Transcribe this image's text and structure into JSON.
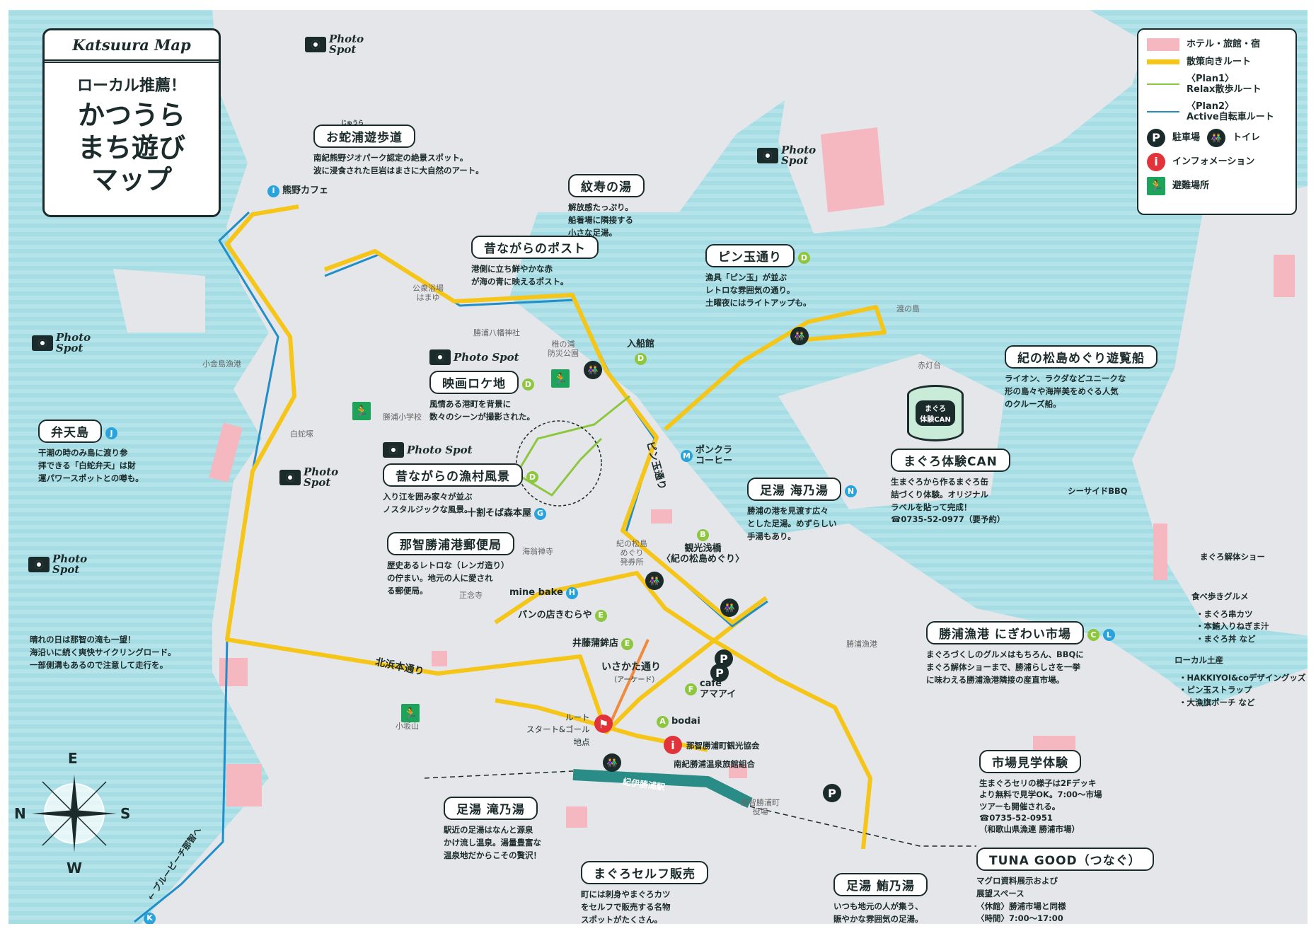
{
  "title": {
    "brand": "Katsuura Map",
    "tagline": "ローカル推薦！",
    "main": "かつうら\nまち遊び\nマップ"
  },
  "legend": {
    "hotel": "ホテル・旅館・宿",
    "walk_route": "散策向きルート",
    "plan1": "〈Plan1〉\nRelax散歩ルート",
    "plan2": "〈Plan2〉\nActive自転車ルート",
    "parking": "駐車場",
    "toilet": "トイレ",
    "info": "インフォメーション",
    "evacuation": "避難場所",
    "colors": {
      "hotel": "#f6b8c0",
      "walk": "#f5c518",
      "plan1": "#8dc63f",
      "plan2": "#1f8ec9"
    }
  },
  "photo_spot": {
    "line1": "Photo",
    "line2": "Spot",
    "inline": "Photo Spot"
  },
  "spots": {
    "ojaura": {
      "ruby": "じゅうら",
      "name": "お蛇浦遊歩道",
      "desc": [
        "南紀熊野ジオパーク認定の絶景スポット。",
        "波に浸食された巨岩はまさに大自然のアート。"
      ]
    },
    "monju": {
      "name": "紋寿の湯",
      "desc": [
        "解放感たっぷり。",
        "船着場に隣接する",
        "小さな足湯。"
      ]
    },
    "post": {
      "name": "昔ながらのポスト",
      "desc": [
        "港側に立ち鮮やかな赤",
        "が海の青に映えるポスト。"
      ]
    },
    "pindama": {
      "name": "ピン玉通り",
      "marker": "D",
      "desc": [
        "漁具「ピン玉」が並ぶ",
        "レトロな雰囲気の通り。",
        "土曜夜にはライトアップも。"
      ]
    },
    "eiga": {
      "name": "映画ロケ地",
      "marker": "D",
      "desc": [
        "風情ある港町を背景に",
        "数々のシーンが撮影された。"
      ]
    },
    "cruise": {
      "name": "紀の松島めぐり遊覧船",
      "desc": [
        "ライオン、ラクダなどユニークな",
        "形の島々や海岸美をめぐる人気",
        "のクルーズ船。"
      ]
    },
    "benten": {
      "name": "弁天島",
      "marker": "J",
      "desc": [
        "干潮の時のみ島に渡り参",
        "拝できる「白蛇弁天」は財",
        "運パワースポットとの噂も。"
      ]
    },
    "gyoson": {
      "name": "昔ながらの漁村風景",
      "marker": "D",
      "desc": [
        "入り江を囲み家々が並ぶ",
        "ノスタルジックな風景。"
      ]
    },
    "can": {
      "name": "まぐろ体験CAN",
      "desc": [
        "生まぐろから作るまぐろ缶",
        "詰づくり体験。オリジナル",
        "ラベルを貼って完成！",
        "☎0735-52-0977（要予約）"
      ]
    },
    "uminoyu": {
      "name": "足湯 海乃湯",
      "marker": "N",
      "desc": [
        "勝浦の港を見渡す広々",
        "とした足湯。めずらしい",
        "手湯もあり。"
      ]
    },
    "post_office": {
      "name": "那智勝浦港郵便局",
      "desc": [
        "歴史あるレトロな（レンガ造り）",
        "の佇まい。地元の人に愛され",
        "る郵便局。"
      ]
    },
    "market": {
      "name": "勝浦漁港 にぎわい市場",
      "marker": "C",
      "marker2": "L",
      "desc": [
        "まぐろづくしのグルメはもちろん、BBQに",
        "まぐろ解体ショーまで、勝浦らしさを一挙",
        "に味わえる勝浦漁港隣接の産直市場。"
      ]
    },
    "kengaku": {
      "name": "市場見学体験",
      "desc": [
        "生まぐろセリの様子は2Fデッキ",
        "より無料で見学OK。7:00〜市場",
        "ツアーも開催される。",
        "☎0735-52-0951",
        "（和歌山県漁連 勝浦市場）"
      ]
    },
    "takinoyu": {
      "name": "足湯 滝乃湯",
      "desc": [
        "駅近の足湯はなんと源泉",
        "かけ流し温泉。湯量豊富な",
        "温泉地だからこその贅沢！"
      ]
    },
    "tuna": {
      "name": "TUNA GOOD（つなぐ）",
      "desc": [
        "マグロ資料展示および",
        "展望スペース",
        "〈休館〉勝浦市場と同様",
        "〈時間〉7:00〜17:00"
      ]
    },
    "self": {
      "name": "まぐろセルフ販売",
      "desc": [
        "町には刺身やまぐろカツ",
        "をセルフで販売する名物",
        "スポットがたくさん。"
      ]
    },
    "tsunanoyu": {
      "name": "足湯 鮪乃湯",
      "desc": [
        "いつも地元の人が集う、",
        "賑やかな雰囲気の足湯。"
      ]
    },
    "cycling": {
      "desc": [
        "晴れの日は那智の滝も一望！",
        "海沿いに続く爽快サイクリングロード。",
        "一部側溝もあるので注意して走行を。"
      ]
    }
  },
  "shops": {
    "kumano_cafe": {
      "name": "熊野カフェ",
      "marker": "I"
    },
    "nyusenkan": {
      "name": "入船館",
      "marker": "D"
    },
    "bonkura": {
      "name": "ポンクラ\nコーヒー",
      "marker": "M"
    },
    "soba": {
      "name": "十割そば森本屋",
      "marker": "G"
    },
    "sanbashi": {
      "name": "観光浅橋\n〈紀の松島めぐり〉",
      "marker": "B"
    },
    "minebake": {
      "name": "mine bake",
      "marker": "H"
    },
    "kimuraya": {
      "name": "パンの店きむらや",
      "marker": "E"
    },
    "ito": {
      "name": "井藤蒲鉾店",
      "marker": "E"
    },
    "amaai": {
      "name": "cafe\nアマアイ",
      "marker": "F"
    },
    "bodai": {
      "name": "bodai",
      "marker": "A"
    },
    "bluebeach": {
      "name": "",
      "marker": "K"
    }
  },
  "places": {
    "hamayu": "公衆浴場\nはまゆ",
    "hachiman": "勝浦八幡神社",
    "shinoura": "椎の浦\n防災公園",
    "watarinoshima": "渡の島",
    "akatodai": "赤灯台",
    "kogane": "小金島漁港",
    "school": "勝浦小学校",
    "hakujazuka": "白蛇塚",
    "ticket": "紀の松島\nめぐり\n発券所",
    "kaioji": "海翁禅寺",
    "shonenji": "正念寺",
    "gyoko": "勝浦漁港",
    "kosaka": "小坂山",
    "yakuba": "那智勝浦町\n役場"
  },
  "labels": {
    "bbq": "シーサイドBBQ",
    "kaitai": "まぐろ解体ショー",
    "gourmet": "食べ歩きグルメ",
    "gourmet_items": "・まぐろ串カツ\n・本鮪入りねぎま汁\n・まぐろ丼 など",
    "souvenir": "ローカル土産",
    "souvenir_items": "・HAKKIYOI&coデザイングッズ\n・ピン玉ストラップ\n・大漁旗ポーチ など",
    "kanko": "那智勝浦町観光協会",
    "ryokan": "南紀勝浦温泉旅館組合",
    "start": "ルート\nスタート&ゴール\n地点",
    "can_label": "まぐろ\n体験CAN"
  },
  "streets": {
    "kitahama": "北浜本通り",
    "isakata": "いさかた通り",
    "arcade": "（アーケード）",
    "pindama": "ピン玉通り",
    "station": "紀伊勝浦駅",
    "bluebeach": "← ブルービーチ那智へ"
  },
  "compass": {
    "n": "N",
    "e": "E",
    "s": "S",
    "w": "W"
  }
}
